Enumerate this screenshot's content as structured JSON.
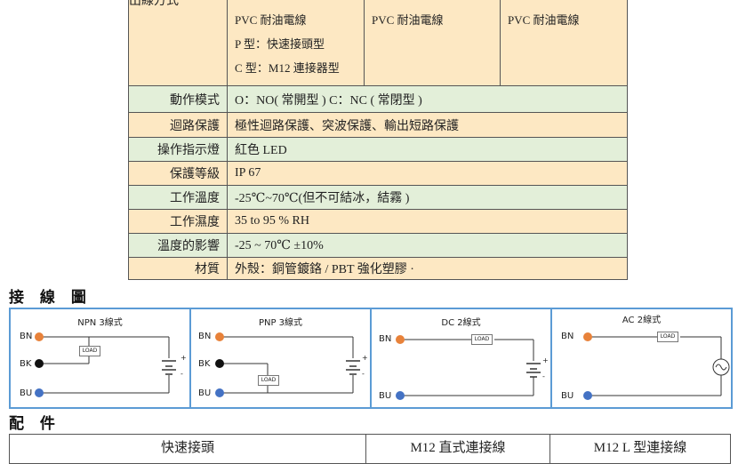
{
  "spec_table": {
    "top_label_fragment": "出線方式",
    "cable_options": [
      {
        "lines": [
          "PVC 耐油電線",
          "P 型：快速接頭型",
          "C 型：M12 連接器型"
        ]
      },
      {
        "lines": [
          "PVC 耐油電線"
        ]
      },
      {
        "lines": [
          "PVC 耐油電線"
        ]
      }
    ],
    "rows": [
      {
        "label": "動作模式",
        "value": "O：NO( 常開型 )   C：NC ( 常閉型 )"
      },
      {
        "label": "迴路保護",
        "value": "極性迴路保護、突波保護、輸出短路保護"
      },
      {
        "label": "操作指示燈",
        "value": "紅色 LED"
      },
      {
        "label": "保護等級",
        "value": "IP 67"
      },
      {
        "label": "工作溫度",
        "value": "-25℃~70℃(但不可結冰，結霧 )"
      },
      {
        "label": "工作濕度",
        "value": "35 to 95 % RH"
      },
      {
        "label": "溫度的影響",
        "value": "-25 ~ 70℃ ±10%"
      },
      {
        "label": "材質",
        "value": "外殼：銅管鍍鉻 / PBT 強化塑膠 ·"
      }
    ]
  },
  "wiring_heading": "接 線 圖",
  "diagrams": [
    {
      "title": "NPN 3線式",
      "wires": [
        "BN",
        "BK",
        "BU"
      ],
      "load": "LOAD",
      "plus": "+",
      "minus": "-"
    },
    {
      "title": "PNP 3線式",
      "wires": [
        "BN",
        "BK",
        "BU"
      ],
      "load": "LOAD",
      "plus": "+",
      "minus": "-"
    },
    {
      "title": "DC 2線式",
      "wires": [
        "BN",
        "BU"
      ],
      "load": "LOAD",
      "plus": "+",
      "minus": "-"
    },
    {
      "title": "AC 2線式",
      "wires": [
        "BN",
        "BU"
      ],
      "load": "LOAD"
    }
  ],
  "accessories_heading": "配 件",
  "accessories": [
    "快速接頭",
    "M12 直式連接線",
    "M12 L 型連接線"
  ],
  "colors": {
    "bn_wire": "#e8823a",
    "bk_wire": "#111111",
    "bu_wire": "#4472c4",
    "border_blue": "#5b9bd5",
    "row_orange": "#fde8c3",
    "row_green": "#e3efd9"
  }
}
